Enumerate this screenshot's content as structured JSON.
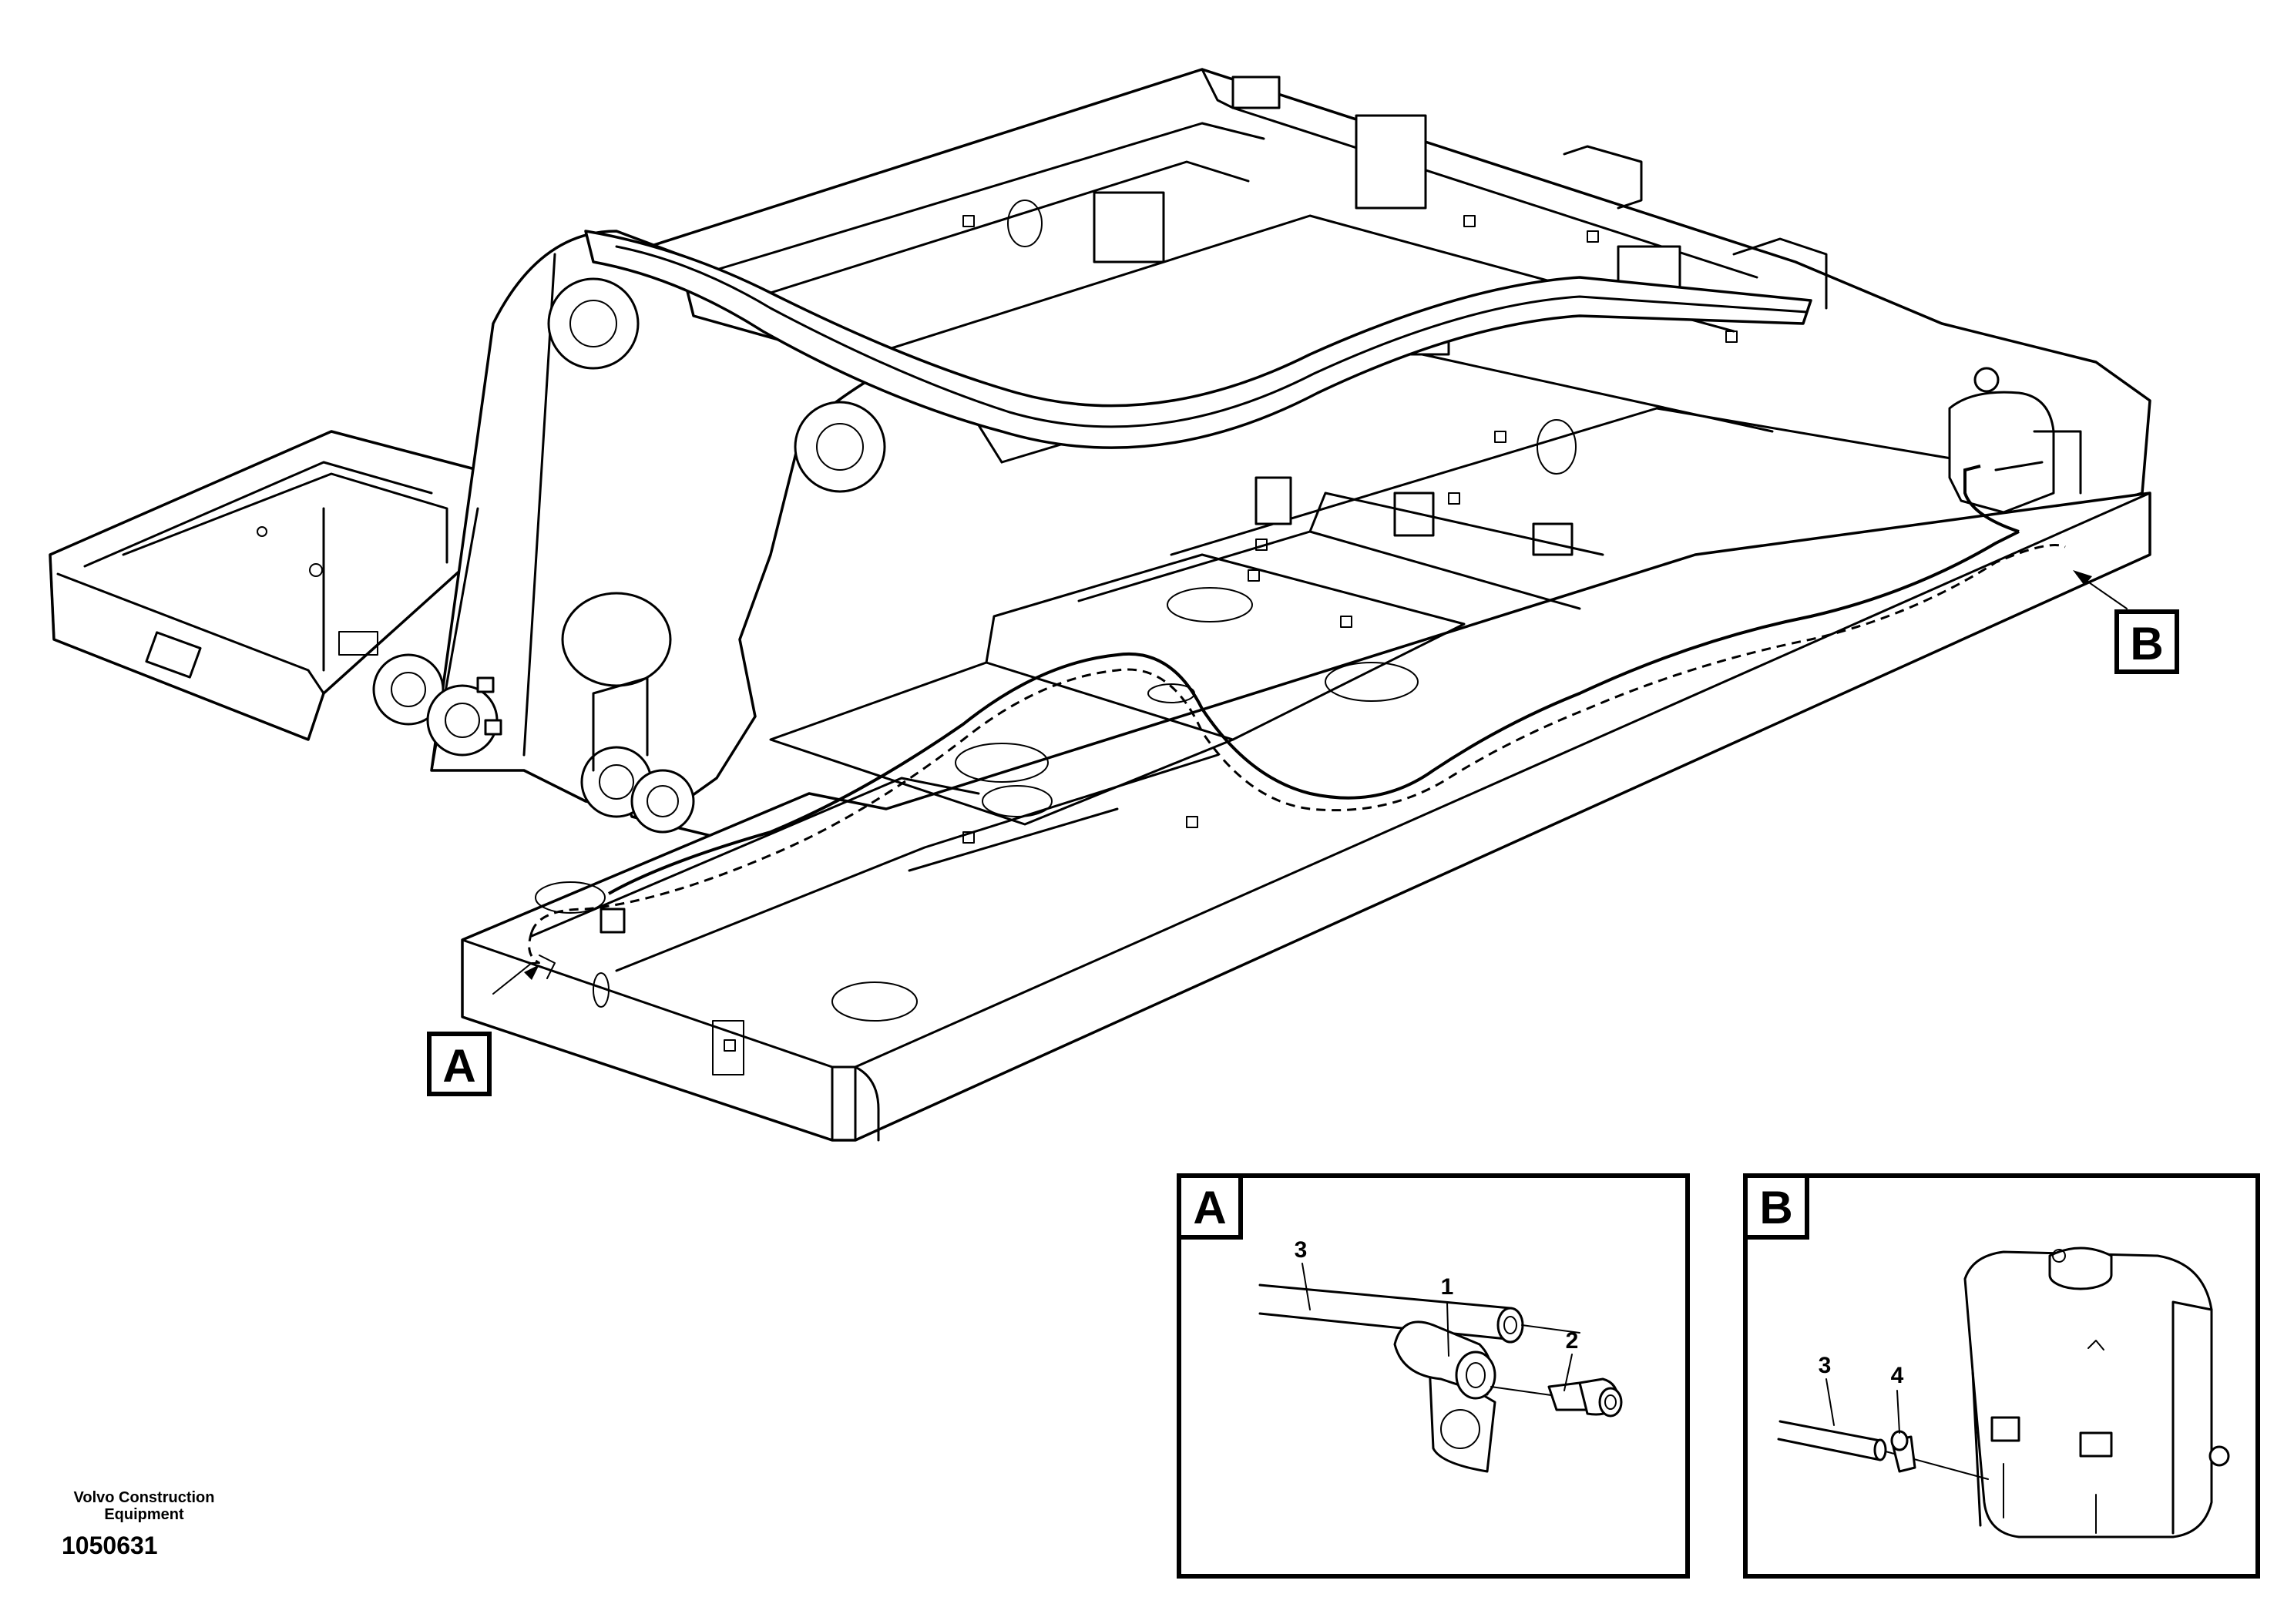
{
  "callouts": {
    "a": "A",
    "b": "B"
  },
  "detail_a": {
    "label": "A",
    "items": {
      "hose": "3",
      "clamp": "1",
      "nipple": "2"
    }
  },
  "detail_b": {
    "label": "B",
    "items": {
      "hose": "3",
      "clip": "4"
    }
  },
  "footer": {
    "company_line1": "Volvo Construction",
    "company_line2": "Equipment",
    "figure_number": "1050631"
  }
}
